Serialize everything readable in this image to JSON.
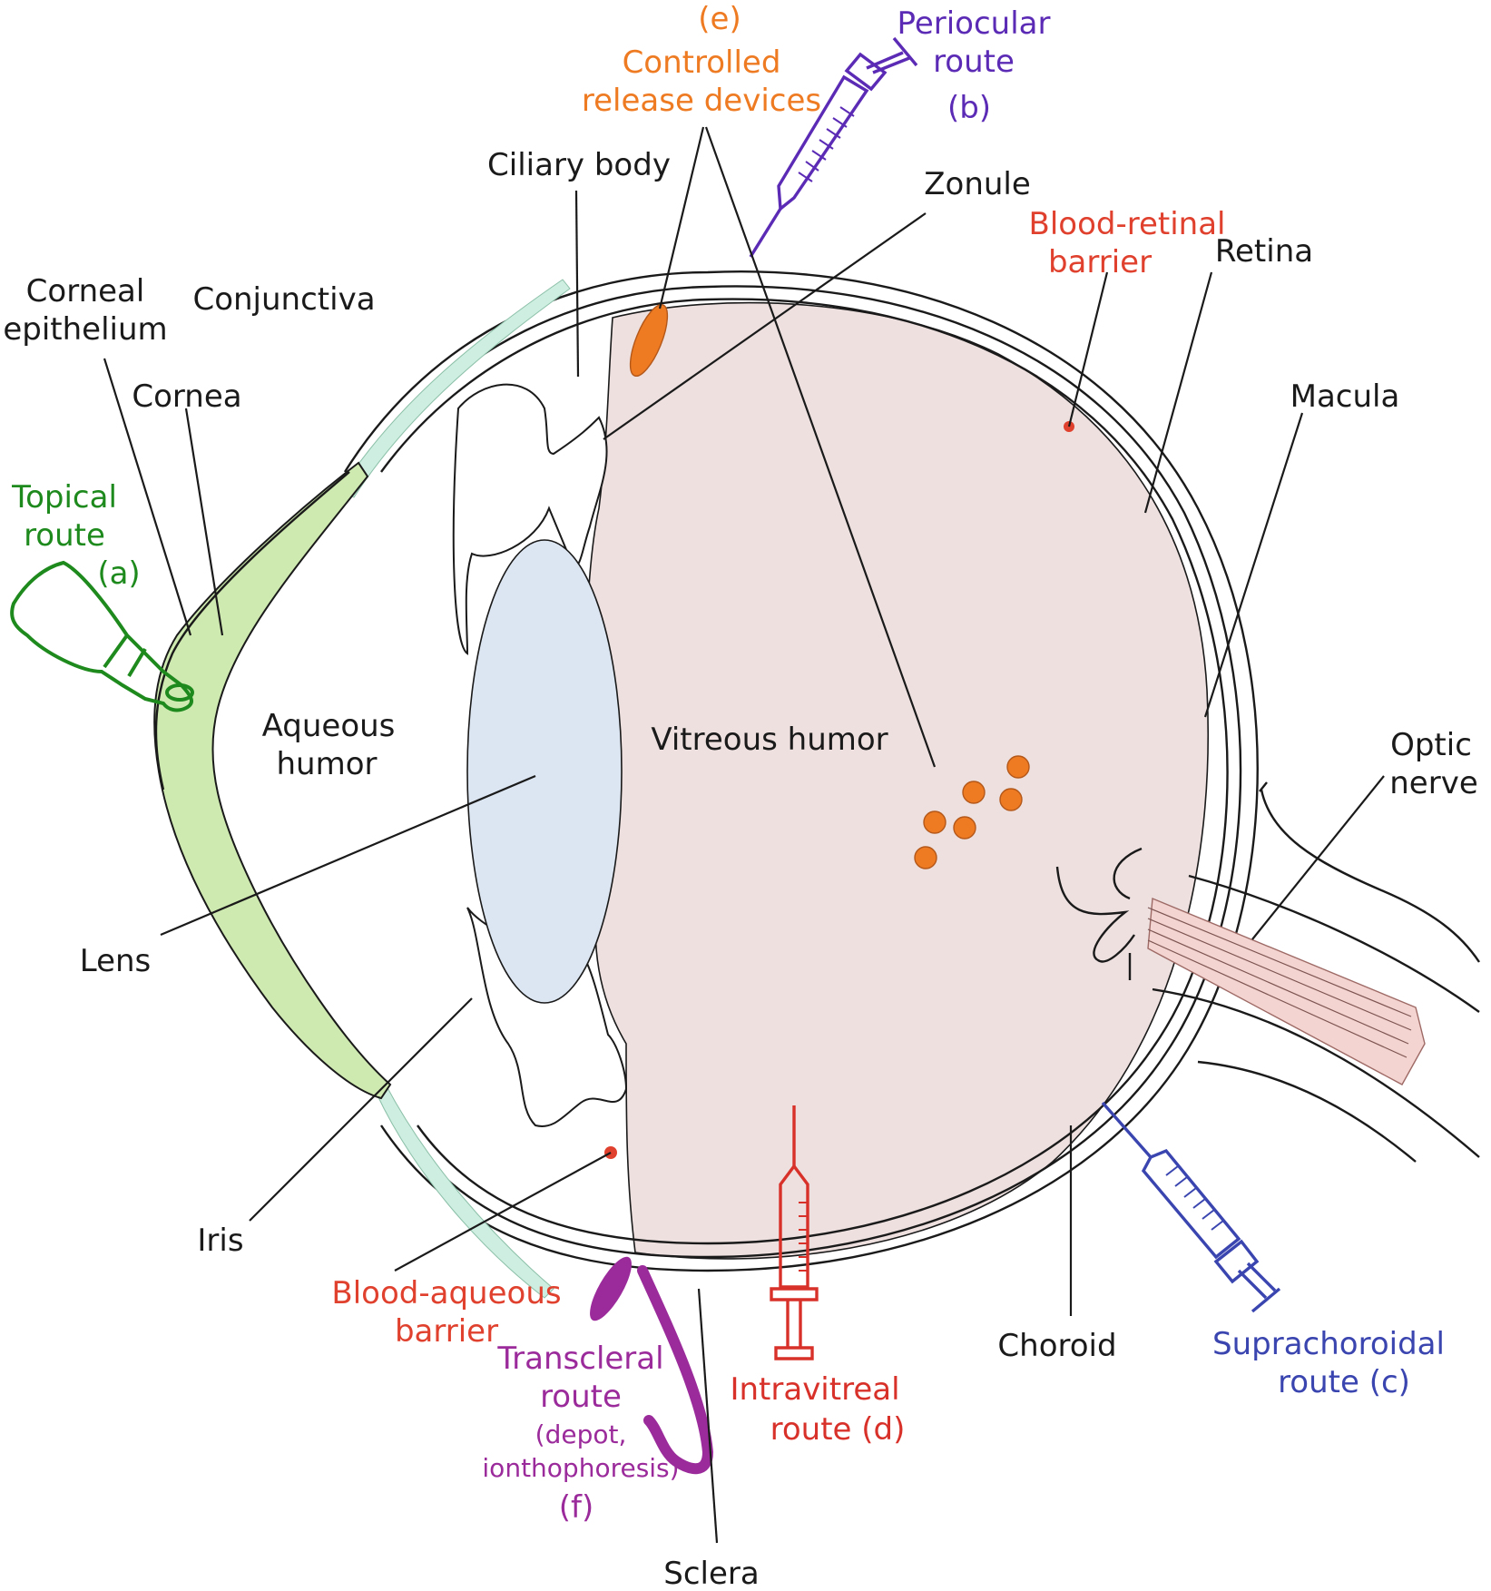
{
  "colors": {
    "topical": "#1e8a1e",
    "periocular": "#5b2bb5",
    "suprachoroidal": "#3a45b0",
    "intravitreal": "#d8312a",
    "barrier": "#e0412e",
    "controlled_release": "#ee7a22",
    "transscleral": "#9b2b9b",
    "vitreous_fill": "#ede0df",
    "lens_fill": "#dce6f2",
    "cornea_fill": "#cfeab0",
    "conjunctiva_fill": "#cdeee0",
    "optic_nerve_fill": "#f4d4d0",
    "ink": "#1a1a1a"
  },
  "icons": [
    "eye-drop-bottle-icon",
    "syringe-icon"
  ],
  "labels": {
    "controlled_release": {
      "letter": "(e)",
      "line1": "Controlled",
      "line2": "release devices"
    },
    "periocular": {
      "line1": "Periocular",
      "line2": "route",
      "letter": "(b)"
    },
    "ciliary_body": "Ciliary body",
    "zonule": "Zonule",
    "blood_retinal": {
      "line1": "Blood-retinal",
      "line2": "barrier"
    },
    "retina": "Retina",
    "corneal_epithelium": {
      "line1": "Corneal",
      "line2": "epithelium"
    },
    "conjunctiva": "Conjunctiva",
    "cornea": "Cornea",
    "macula": "Macula",
    "topical": {
      "line1": "Topical",
      "line2": "route",
      "letter": "(a)"
    },
    "aqueous_humor": {
      "line1": "Aqueous",
      "line2": "humor"
    },
    "vitreous_humor": "Vitreous humor",
    "optic_nerve": {
      "line1": "Optic",
      "line2": "nerve"
    },
    "lens": "Lens",
    "iris": "Iris",
    "blood_aqueous": {
      "line1": "Blood-aqueous",
      "line2": "barrier"
    },
    "transscleral": {
      "line1": "Transcleral",
      "line2": "route",
      "line3": "(depot,",
      "line4": "ionthophoresis)",
      "letter": "(f)"
    },
    "intravitreal": {
      "line1": "Intravitreal",
      "line2": "route (d)"
    },
    "choroid": "Choroid",
    "suprachoroidal": {
      "line1": "Suprachoroidal",
      "line2": "route (c)"
    },
    "sclera": "Sclera"
  }
}
